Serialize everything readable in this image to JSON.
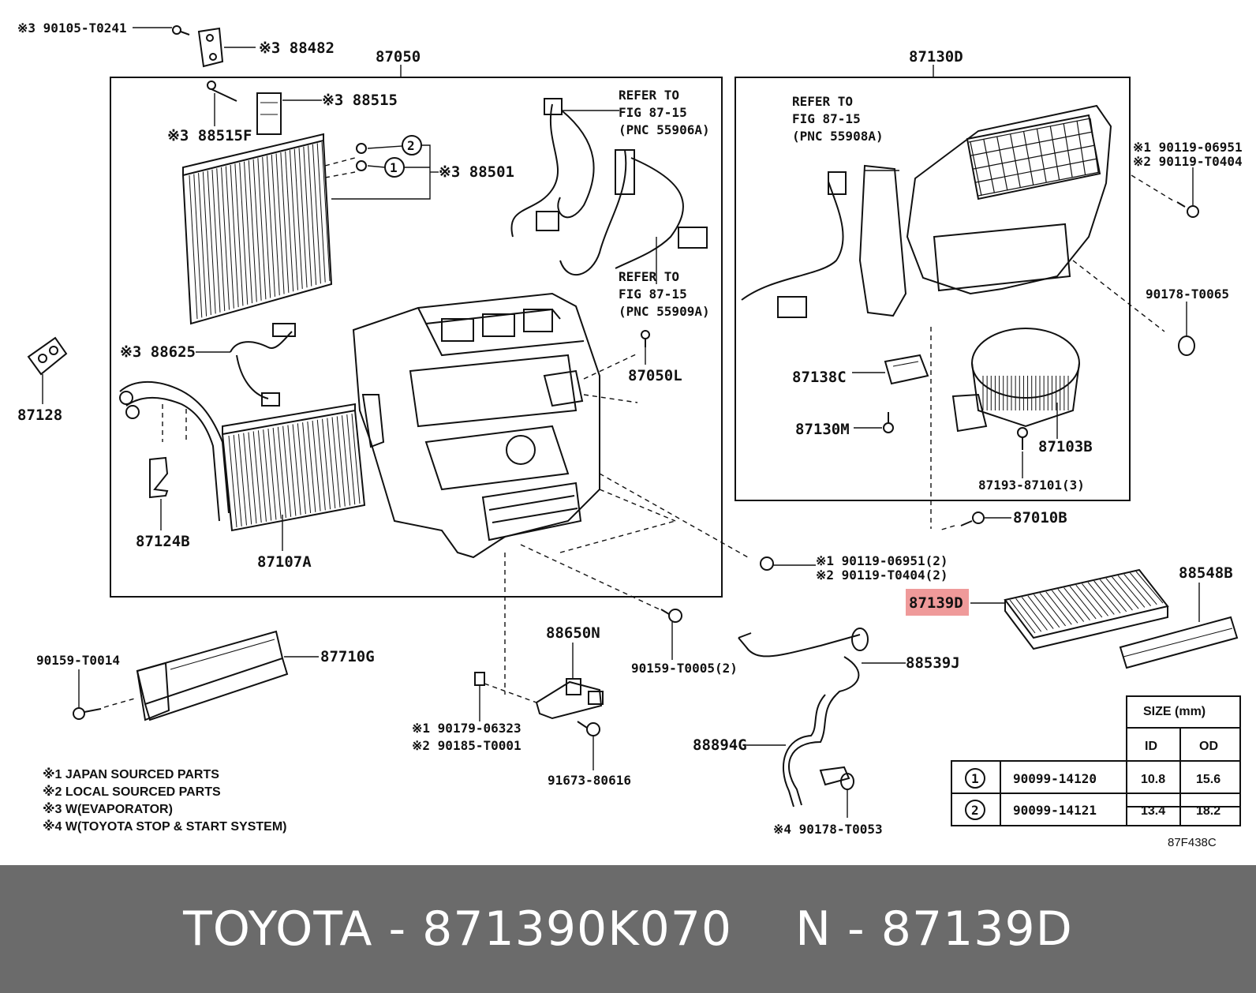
{
  "labels": {
    "p90105": "※3 90105-T0241",
    "p88482": "※3 88482",
    "p87050": "87050",
    "p88515": "※3 88515",
    "p88515f": "※3 88515F",
    "p88501": "※3 88501",
    "refer1": [
      "REFER TO",
      "FIG 87-15",
      "(PNC 55906A)"
    ],
    "refer2": [
      "REFER TO",
      "FIG 87-15",
      "(PNC 55909A)"
    ],
    "refer3": [
      "REFER TO",
      "FIG 87-15",
      "(PNC 55908A)"
    ],
    "p87128": "87128",
    "p88625": "※3 88625",
    "p87050l": "87050L",
    "p87124b": "87124B",
    "p87107a": "87107A",
    "p87130d": "87130D",
    "p90119a": [
      "※1 90119-06951",
      "※2 90119-T0404"
    ],
    "p90178t0065": "90178-T0065",
    "p87138c": "87138C",
    "p87130m": "87130M",
    "p87103b": "87103B",
    "p87193": "87193-87101(3)",
    "p87010b": "87010B",
    "p90119b": [
      "※1 90119-06951(2)",
      "※2 90119-T0404(2)"
    ],
    "p87139d": "87139D",
    "p88548b": "88548B",
    "p90159t0014": "90159-T0014",
    "p87710g": "87710G",
    "p88650n": "88650N",
    "p90159t0005": "90159-T0005(2)",
    "p88539j": "88539J",
    "p90179": [
      "※1 90179-06323",
      "※2 90185-T0001"
    ],
    "p88894g": "88894G",
    "p91673": "91673-80616",
    "p90178t0053": "※4 90178-T0053",
    "callout1": "1",
    "callout2": "2",
    "fig_code": "87F438C"
  },
  "notes": [
    "※1 JAPAN SOURCED PARTS",
    "※2 LOCAL SOURCED PARTS",
    "※3 W(EVAPORATOR)",
    "※4 W(TOYOTA STOP & START SYSTEM)"
  ],
  "size_table": {
    "title": "SIZE (mm)",
    "col_id": "ID",
    "col_od": "OD",
    "rows": [
      {
        "mark": "1",
        "part": "90099-14120",
        "id": "10.8",
        "od": "15.6"
      },
      {
        "mark": "2",
        "part": "90099-14121",
        "id": "13.4",
        "od": "18.2"
      }
    ]
  },
  "highlight_color": "#ef9a9a",
  "footer": {
    "brand_part": "TOYOTA - 871390K070",
    "ref": "N - 87139D"
  }
}
